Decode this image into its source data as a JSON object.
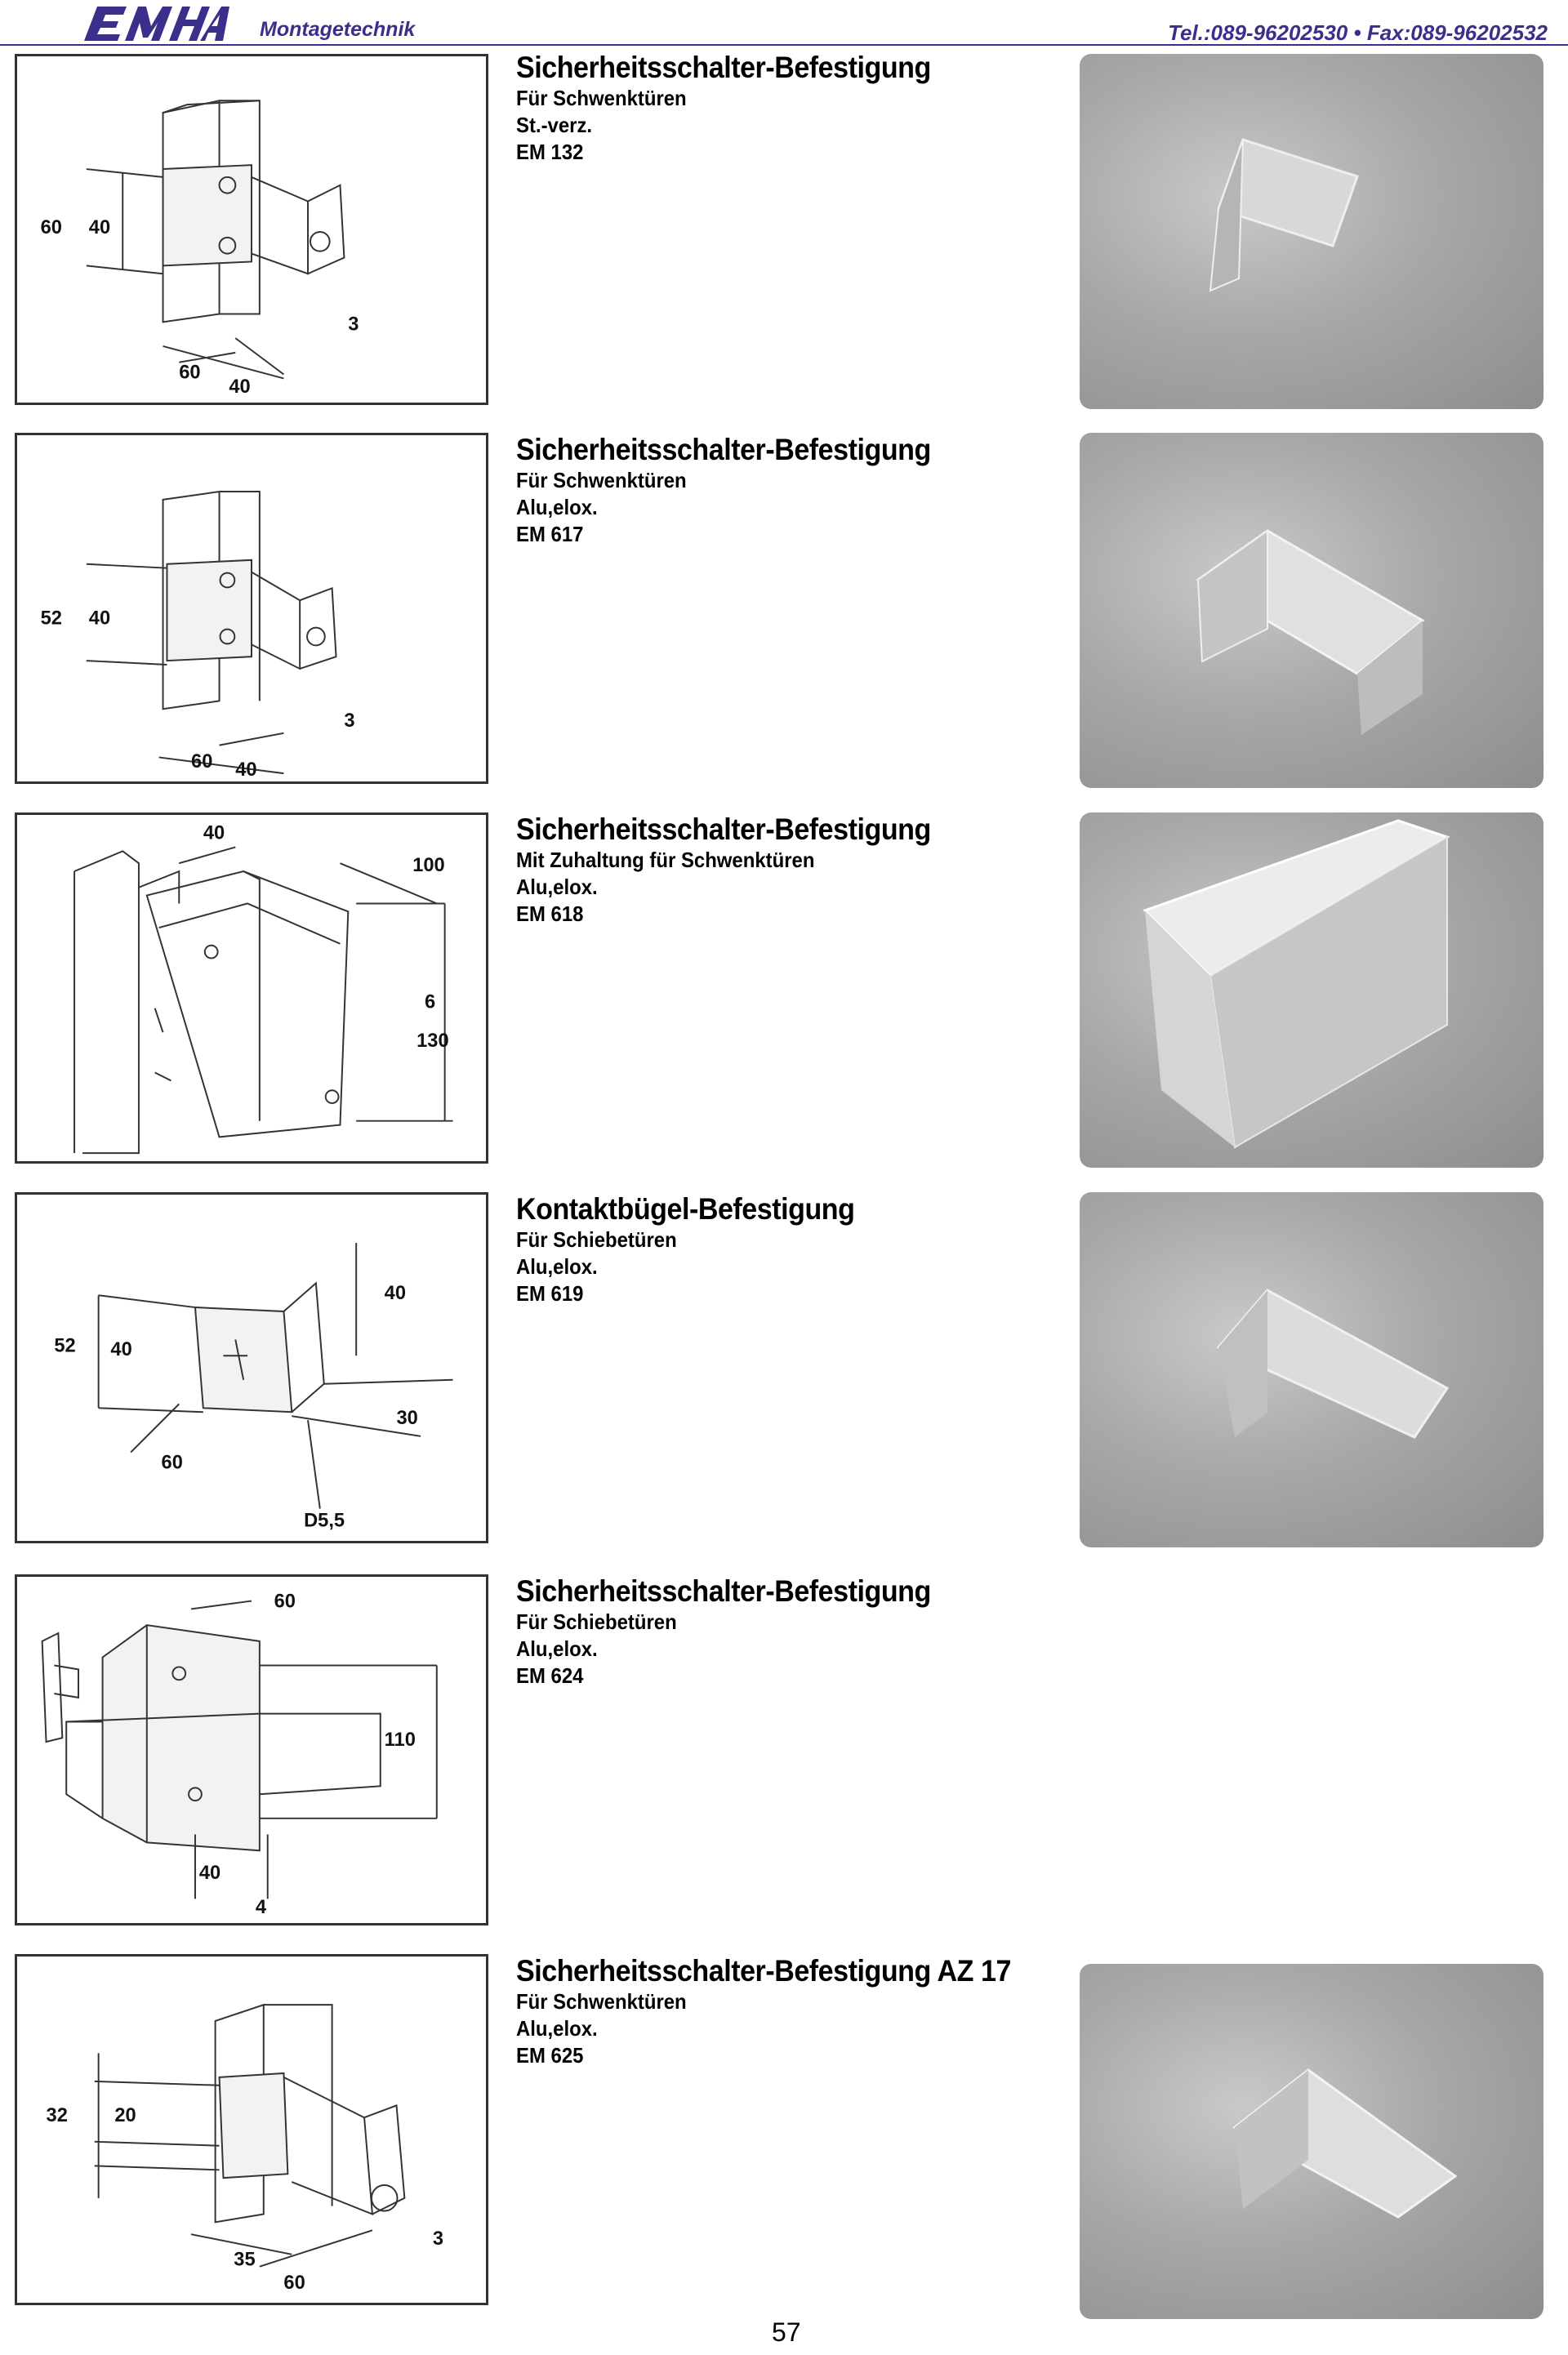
{
  "header": {
    "logo_text": "EMHA",
    "brand": "Montagetechnik",
    "contact": "Tel.:089-96202530  •  Fax:089-96202532",
    "accent_color": "#3a2f8a"
  },
  "products": [
    {
      "title": "Sicherheitsschalter-Befestigung",
      "lines": [
        "Für Schwenktüren",
        "St.-verz.",
        "EM 132"
      ],
      "dims": [
        "60",
        "40",
        "3",
        "60",
        "40"
      ]
    },
    {
      "title": "Sicherheitsschalter-Befestigung",
      "lines": [
        "Für Schwenktüren",
        "Alu,elox.",
        "EM 617"
      ],
      "dims": [
        "52",
        "40",
        "3",
        "60",
        "40"
      ]
    },
    {
      "title": "Sicherheitsschalter-Befestigung",
      "lines": [
        "Mit Zuhaltung für Schwenktüren",
        "Alu,elox.",
        "EM 618"
      ],
      "dims": [
        "40",
        "100",
        "6",
        "130"
      ]
    },
    {
      "title": "Kontaktbügel-Befestigung",
      "lines": [
        "Für Schiebetüren",
        "Alu,elox.",
        "EM 619"
      ],
      "dims": [
        "40",
        "52",
        "40",
        "30",
        "60",
        "D5,5"
      ]
    },
    {
      "title": "Sicherheitsschalter-Befestigung",
      "lines": [
        "Für Schiebetüren",
        "Alu,elox.",
        "EM 624"
      ],
      "dims": [
        "60",
        "110",
        "40",
        "4"
      ]
    },
    {
      "title": "Sicherheitsschalter-Befestigung AZ 17",
      "lines": [
        "Für Schwenktüren",
        "Alu,elox.",
        "EM 625"
      ],
      "dims": [
        "32",
        "20",
        "3",
        "35",
        "60"
      ]
    }
  ],
  "page_number": "57"
}
